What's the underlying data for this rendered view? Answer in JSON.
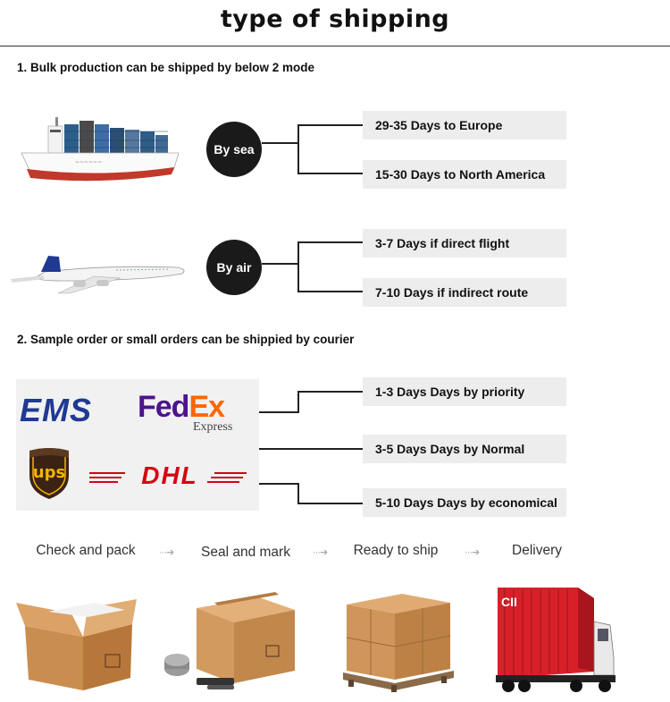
{
  "title": "type of shipping",
  "section1": {
    "heading": "1. Bulk production can be shipped by below 2 mode",
    "sea": {
      "label": "By sea",
      "options": [
        "29-35 Days to Europe",
        "15-30 Days to North America"
      ]
    },
    "air": {
      "label": "By air",
      "options": [
        "3-7 Days if direct flight",
        "7-10 Days if indirect route"
      ]
    }
  },
  "section2": {
    "heading": "2. Sample order or small orders can be shippied by courier",
    "logos": {
      "ems": "EMS",
      "fedex_fed": "Fed",
      "fedex_ex": "Ex",
      "fedex_express": "Express",
      "ups": "ups",
      "dhl": "DHL"
    },
    "options": [
      "1-3 Days Days by priority",
      "3-5 Days Days by Normal",
      "5-10 Days Days by economical"
    ]
  },
  "steps": [
    "Check and pack",
    "Seal and mark",
    "Ready to ship",
    "Delivery"
  ],
  "arrow_glyph": "···➔",
  "container_mark": "CII",
  "colors": {
    "circle": "#1a1a1a",
    "box_bg": "#ededed",
    "fedex_purple": "#4d148c",
    "fedex_orange": "#ff6600",
    "dhl_red": "#d40511",
    "ems_blue": "#1f3a93",
    "ups_brown": "#3b2314",
    "ups_gold": "#f5b301"
  }
}
